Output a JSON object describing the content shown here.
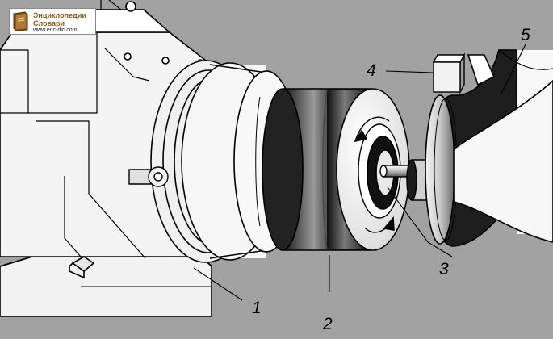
{
  "watermark": {
    "title": "Энциклопедии",
    "subtitle": "Словари",
    "url": "www.enc-dic.com"
  },
  "labels": {
    "housing": "1",
    "chuck": "2",
    "spindle": "3",
    "tool_block": "4",
    "workpiece": "5"
  },
  "colors": {
    "background": "#a2a2a2",
    "metal_light": "#f2f2f2",
    "metal_dark": "#1c1c1c",
    "outline": "#000000"
  }
}
